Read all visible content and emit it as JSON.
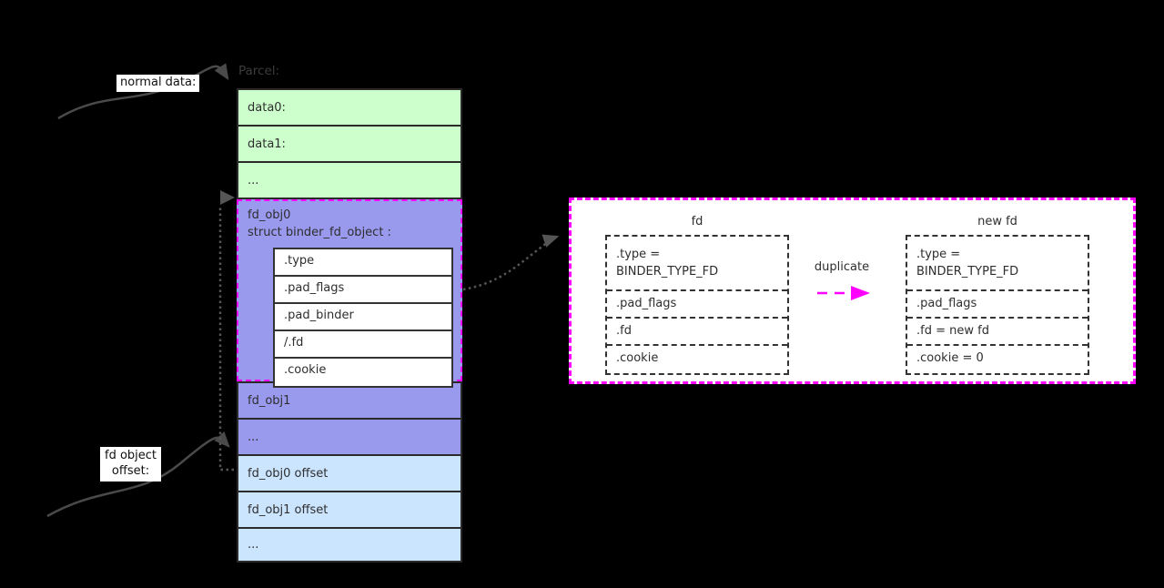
{
  "labels": {
    "parcel": "Parcel:",
    "normal_data": "normal data:",
    "fd_object_offset": "fd object\noffset:",
    "duplicate": "duplicate"
  },
  "stack": {
    "rows_green": [
      "data0:",
      "data1:",
      "..."
    ],
    "fd_obj0": {
      "line1": "fd_obj0",
      "line2": "struct binder_fd_object :",
      "fields": [
        ".type",
        ".pad_flags",
        ".pad_binder",
        "/.fd",
        ".cookie"
      ]
    },
    "rows_purple": [
      "fd_obj1",
      "..."
    ],
    "rows_offsets": [
      "fd_obj0 offset",
      "fd_obj1 offset",
      "..."
    ]
  },
  "panel": {
    "fd": {
      "title": "fd",
      "fields": [
        ".type =\nBINDER_TYPE_FD",
        ".pad_flags",
        ".fd",
        ".cookie"
      ]
    },
    "new_fd": {
      "title": "new fd",
      "fields": [
        ".type =\nBINDER_TYPE_FD",
        ".pad_flags",
        ".fd = new fd",
        ".cookie = 0"
      ]
    }
  },
  "colors": {
    "background": "#000000",
    "data_green": "#ccffcc",
    "object_purple": "#9999ee",
    "offset_blue": "#cce5ff",
    "highlight_magenta": "#ff00ff",
    "box_border": "#333333",
    "arrow_gray": "#4a4a4a",
    "dotted_gray": "#555555"
  }
}
